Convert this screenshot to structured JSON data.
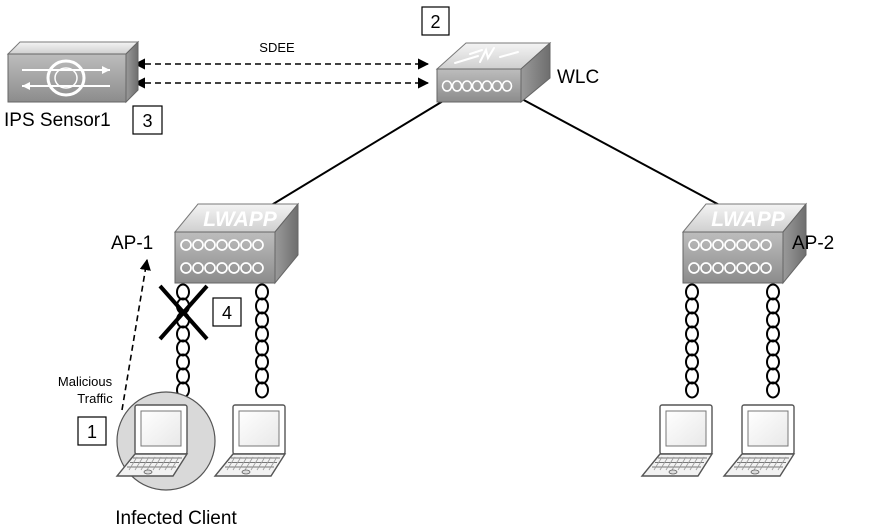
{
  "link_label": "SDEE",
  "devices": {
    "ips": {
      "label": "IPS Sensor1",
      "icon": "ips-sensor-icon"
    },
    "wlc": {
      "label": "WLC",
      "icon": "wireless-lan-controller-icon"
    },
    "ap1": {
      "label": "AP-1",
      "badge": "LWAPP",
      "icon": "lightweight-access-point-icon"
    },
    "ap2": {
      "label": "AP-2",
      "badge": "LWAPP",
      "icon": "lightweight-access-point-icon"
    }
  },
  "steps": [
    "1",
    "2",
    "3",
    "4"
  ],
  "traffic_label": [
    "Malicious",
    "Traffic"
  ],
  "client_label": "Infected Client",
  "colors": {
    "device_light": "#e6e6e6",
    "device_dark": "#7a7a7a",
    "highlight": "#d9d9d9",
    "line": "#000000"
  }
}
